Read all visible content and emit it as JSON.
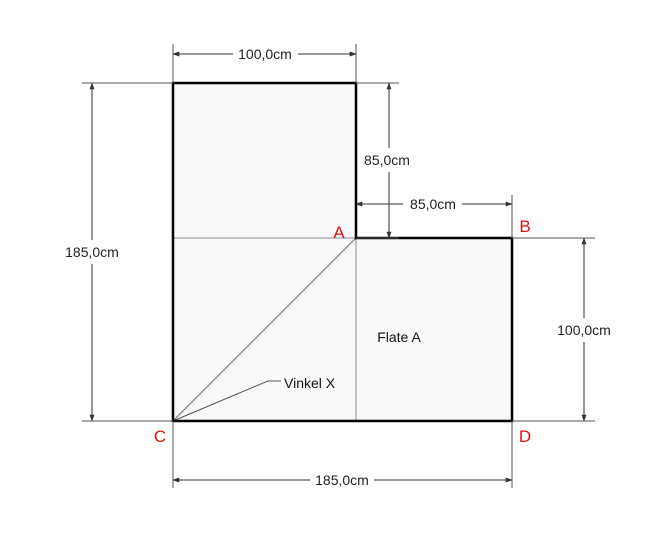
{
  "dimensions": {
    "top_width": "100,0cm",
    "upper_drop": "85,0cm",
    "step_width": "85,0cm",
    "total_height": "185,0cm",
    "right_height": "100,0cm",
    "bottom_width": "185,0cm"
  },
  "points": {
    "a": "A",
    "b": "B",
    "c": "C",
    "d": "D"
  },
  "labels": {
    "area": "Flate A",
    "angle": "Vinkel X"
  },
  "colors": {
    "outline": "#000000",
    "fill": "#f9f9f9",
    "point_label": "#dd1111",
    "guide": "#808080"
  }
}
